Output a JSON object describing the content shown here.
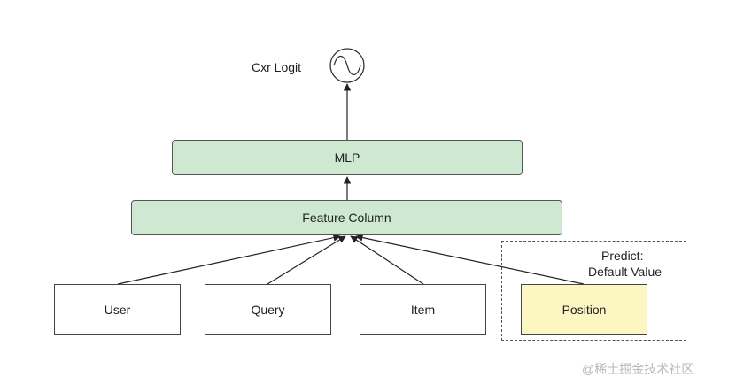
{
  "diagram": {
    "output_label": "Cxr Logit",
    "output_symbol": "sigmoid-icon",
    "layers": {
      "mlp": "MLP",
      "feature_column": "Feature Column"
    },
    "features": {
      "user": "User",
      "query": "Query",
      "item": "Item",
      "position": "Position"
    },
    "predict_note": {
      "title": "Predict:",
      "value": "Default Value"
    }
  },
  "colors": {
    "layer_fill": "#cfe8d2",
    "position_fill": "#fbf6c2",
    "stroke": "#444444"
  },
  "watermark": "@稀土掘金技术社区"
}
